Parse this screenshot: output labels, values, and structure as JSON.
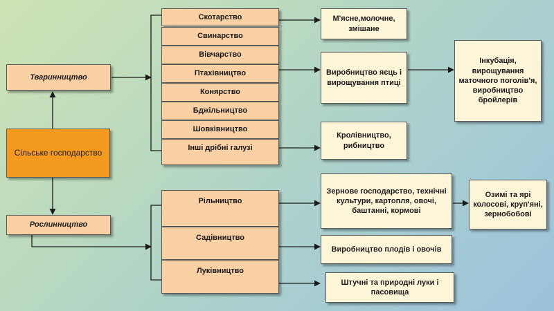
{
  "root": "Сільське господарство",
  "livestock": {
    "title": "Тваринництво",
    "branches": [
      "Скотарство",
      "Свинарство",
      "Вівчарство",
      "Птахівництво",
      "Конярство",
      "Бджільництво",
      "Шовківництво",
      "Інші дрібні галузі"
    ],
    "notes": {
      "cattle": "М'ясне,молочне, змішане",
      "poultry": "Виробництво яєць і вирощування птиці",
      "incubation": "Інкубація, вирощування маточного поголів'я, виробництво бройлерів",
      "minor": "Кролівництво, рибництво"
    }
  },
  "crops": {
    "title": "Рослинництво",
    "branches": [
      "Рільництво",
      "Садівництво",
      "Луківництво"
    ],
    "notes": {
      "field": "Зернове господарство, технічні культури, картопля, овочі, баштанні, кормові",
      "grains": "Озимі та ярі колосові, круп'яні, зернобобові",
      "garden": "Виробництво плодів і овочів",
      "meadow": "Штучні та природні луки і пасовища"
    }
  }
}
